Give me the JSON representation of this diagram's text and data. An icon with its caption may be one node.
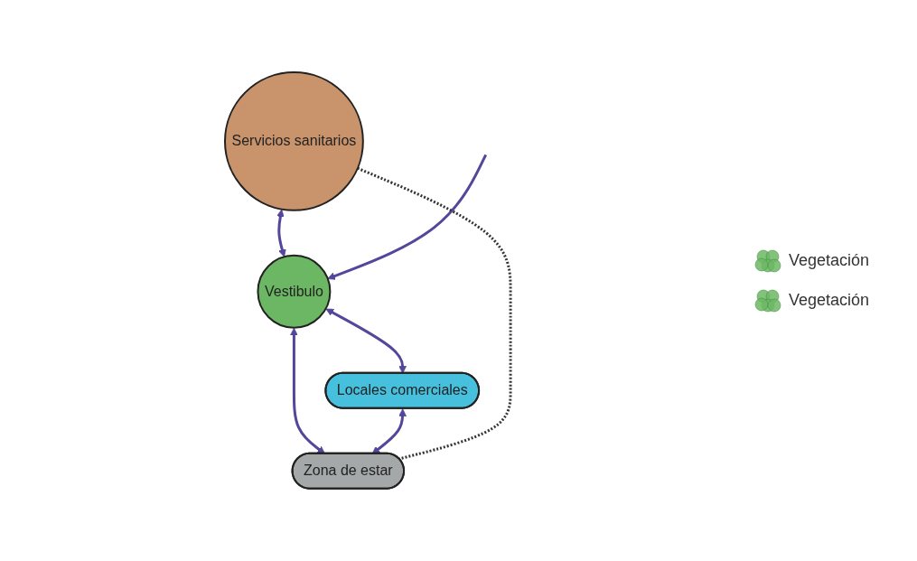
{
  "diagram": {
    "nodes": [
      {
        "text": [
          "Servicios sanitarios"
        ]
      },
      {
        "text": [
          "Vestibulo"
        ]
      },
      {
        "text": [
          "Locales comerciales"
        ]
      },
      {
        "text": [
          "Zona de estar"
        ]
      }
    ],
    "edges": [
      {
        "from": 0,
        "to": 1,
        "arrow": "both"
      },
      {
        "from": null,
        "to": 1,
        "arrow": "to"
      },
      {
        "from": 1,
        "to": 2,
        "arrow": "both"
      },
      {
        "from": 1,
        "to": 3,
        "arrow": "both"
      },
      {
        "from": 2,
        "to": 3,
        "arrow": "both"
      },
      {
        "from": 0,
        "to": 3,
        "arrow": "none",
        "style": "dashed",
        "color": "#333333"
      }
    ],
    "labels": [
      "Vegetación",
      "Vegetación"
    ]
  }
}
